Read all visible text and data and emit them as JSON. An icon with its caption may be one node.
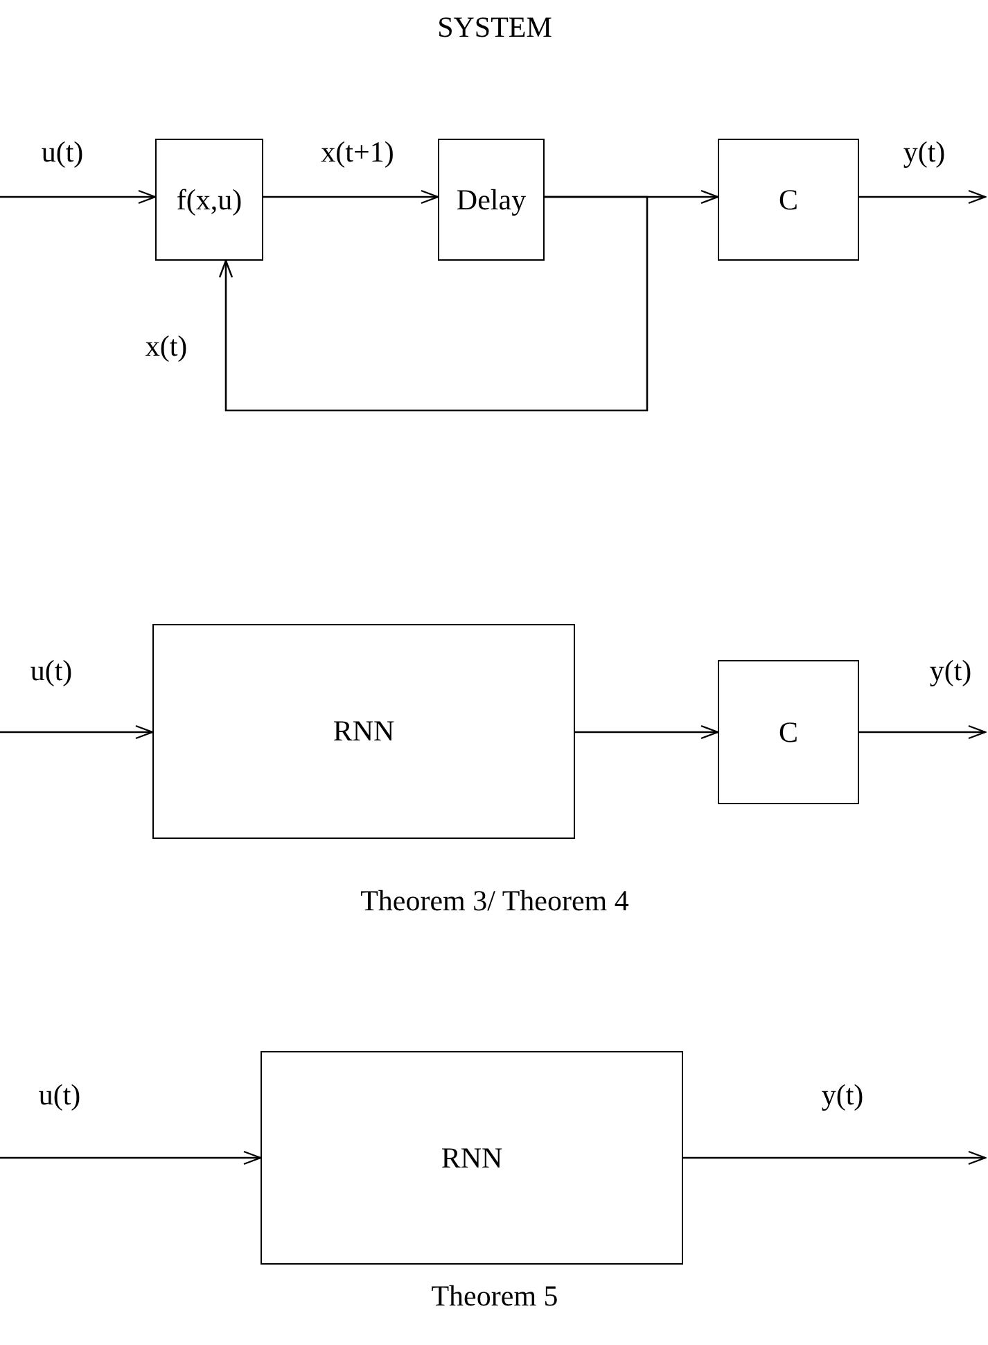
{
  "diagram": {
    "title": "SYSTEM",
    "nodes": [
      {
        "text": [
          "f(x,u)"
        ]
      },
      {
        "text": [
          "Delay"
        ]
      },
      {
        "text": [
          "C"
        ]
      },
      {
        "text": [
          "RNN"
        ]
      },
      {
        "text": [
          "C"
        ]
      },
      {
        "text": [
          "RNN"
        ]
      }
    ],
    "edges": [
      {
        "from": null,
        "to": 0,
        "arrow": "to",
        "label": "u(t)"
      },
      {
        "from": 0,
        "to": 1,
        "arrow": "to",
        "label": "x(t+1)"
      },
      {
        "from": 1,
        "to": 2,
        "arrow": "to"
      },
      {
        "from": 1,
        "to": 0,
        "arrow": "to",
        "label": "x(t)"
      },
      {
        "from": 2,
        "to": null,
        "arrow": "to",
        "label": "y(t)"
      },
      {
        "from": null,
        "to": 3,
        "arrow": "to",
        "label": "u(t)"
      },
      {
        "from": 3,
        "to": 4,
        "arrow": "to"
      },
      {
        "from": 4,
        "to": null,
        "arrow": "to",
        "label": "y(t)"
      },
      {
        "from": null,
        "to": 5,
        "arrow": "to",
        "label": "u(t)"
      },
      {
        "from": 5,
        "to": null,
        "arrow": "to",
        "label": "y(t)"
      }
    ],
    "labels": [
      "Theorem 3/ Theorem 4",
      "Theorem 5"
    ]
  }
}
